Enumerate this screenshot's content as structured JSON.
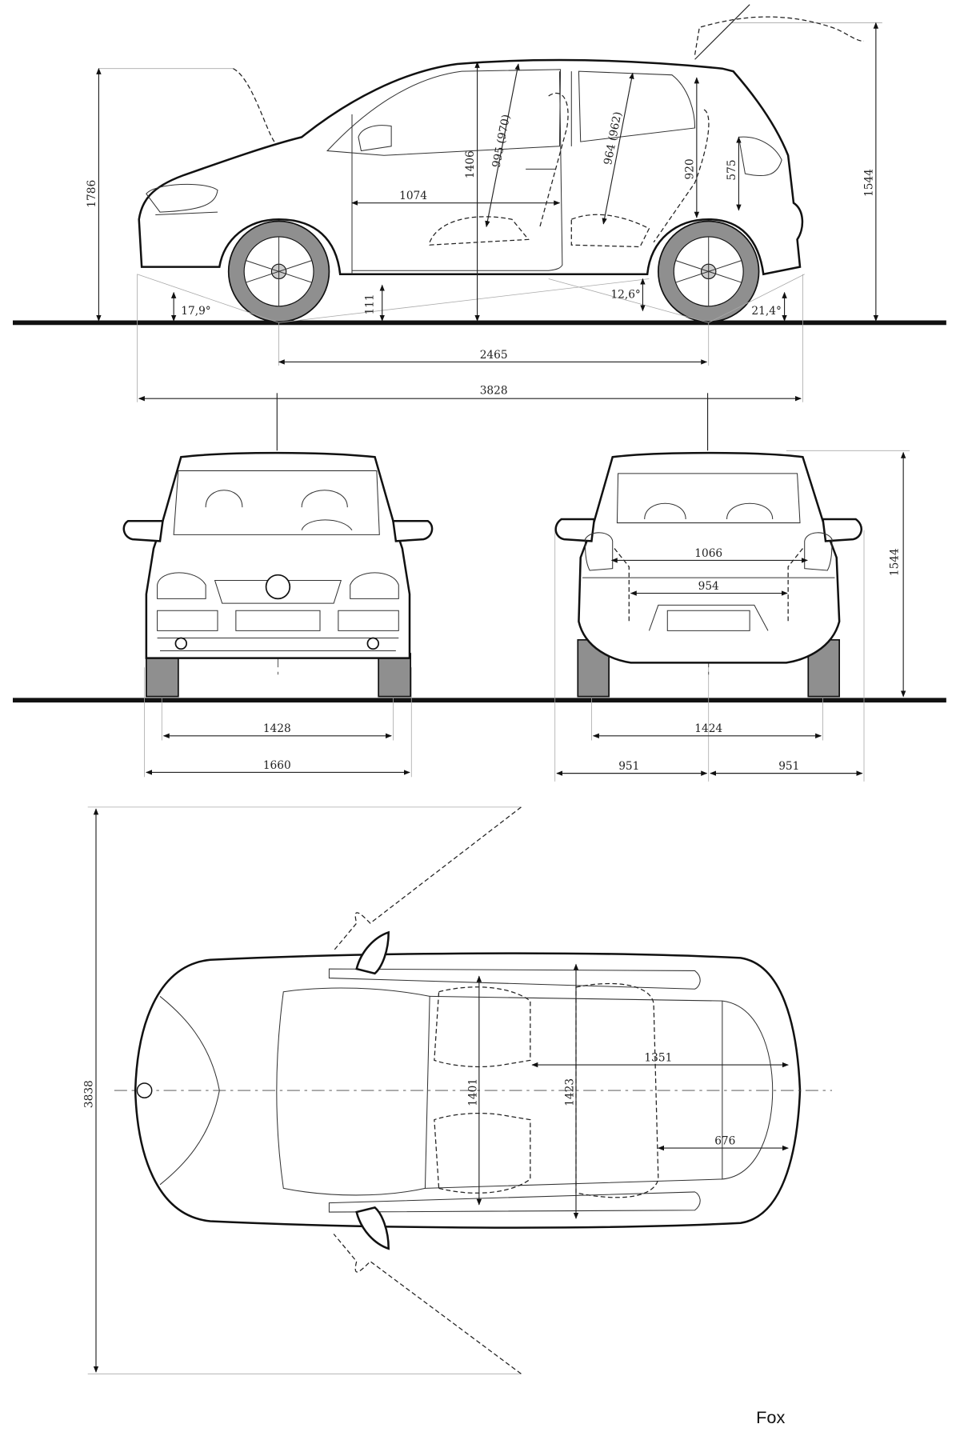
{
  "title": "Fox",
  "side_view": {
    "overall_height_open_door": "1786",
    "interior_height_front": "1406",
    "headroom_front": "995 (970)",
    "headroom_rear": "964 (962)",
    "rear_interior_height": "920",
    "load_sill_height": "575",
    "height": "1544",
    "front_legroom_length": "1074",
    "approach_angle": "17,9°",
    "ground_clearance": "111",
    "ramp_angle": "12,6°",
    "departure_angle": "21,4°",
    "wheelbase": "2465",
    "length": "3828"
  },
  "front_view": {
    "front_track": "1428",
    "width": "1660"
  },
  "rear_view": {
    "trunk_width_top": "1066",
    "trunk_width_bottom": "954",
    "height": "1544",
    "rear_track": "1424",
    "half_width_left": "951",
    "half_width_right": "951"
  },
  "top_view": {
    "width_mirrors_open": "3838",
    "interior_width_front": "1401",
    "interior_width_rear": "1423",
    "cargo_length_seats_up": "1351",
    "cargo_length": "676"
  }
}
